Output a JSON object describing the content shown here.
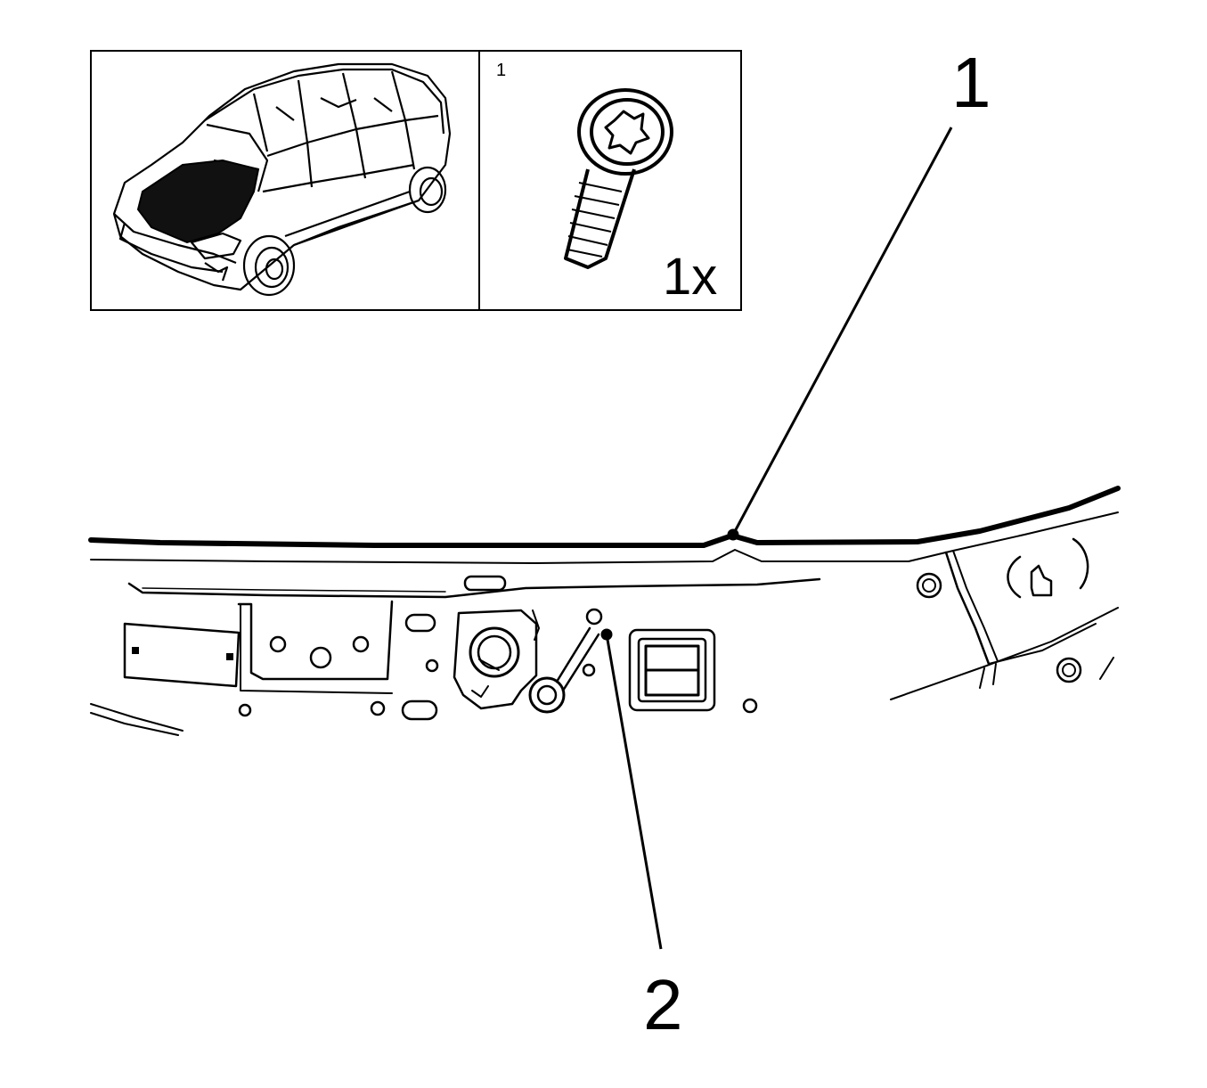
{
  "inset": {
    "panel_index": "1",
    "quantity": "1x",
    "vehicle_icon": "car-outline-icon",
    "part_icon": "torx-screw-icon"
  },
  "callouts": {
    "one": "1",
    "two": "2"
  },
  "colors": {
    "ink": "#000000",
    "paper": "#ffffff",
    "hood_fill": "#111111"
  }
}
